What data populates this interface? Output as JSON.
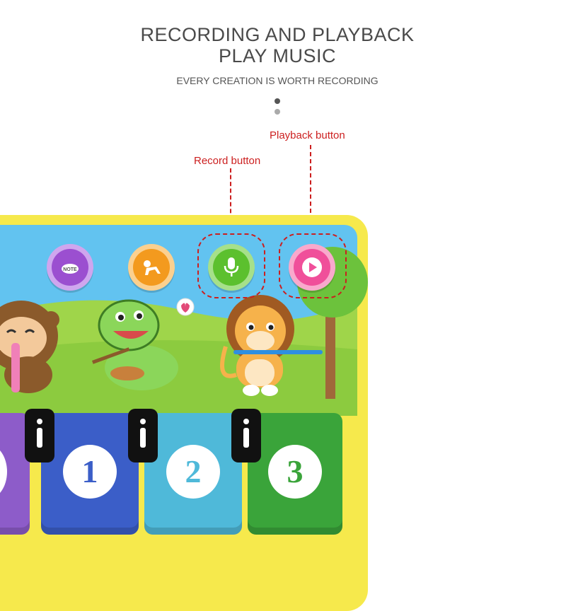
{
  "header": {
    "title_line1": "RECORDING AND PLAYBACK",
    "title_line2": "PLAY MUSIC",
    "subtitle": "EVERY CREATION IS WORTH RECORDING"
  },
  "callouts": {
    "record": "Record button",
    "playback": "Playback button"
  },
  "mat_buttons": [
    {
      "icon": "note-icon",
      "label": "NOTE",
      "color": "#9b4fd0"
    },
    {
      "icon": "crawling-baby-icon",
      "color": "#f39a1e"
    },
    {
      "icon": "microphone-icon",
      "color": "#5cc02e"
    },
    {
      "icon": "play-icon",
      "color": "#f04f9a"
    }
  ],
  "keys": [
    {
      "number": "1",
      "color": "#3b5ec8"
    },
    {
      "number": "2",
      "color": "#4fb9d9"
    },
    {
      "number": "3",
      "color": "#3aa43a"
    }
  ],
  "colors": {
    "mat_border": "#f6e94c",
    "callout": "#cc1f1f",
    "sky": "#62c3f0",
    "grass": "#9fd54a"
  }
}
